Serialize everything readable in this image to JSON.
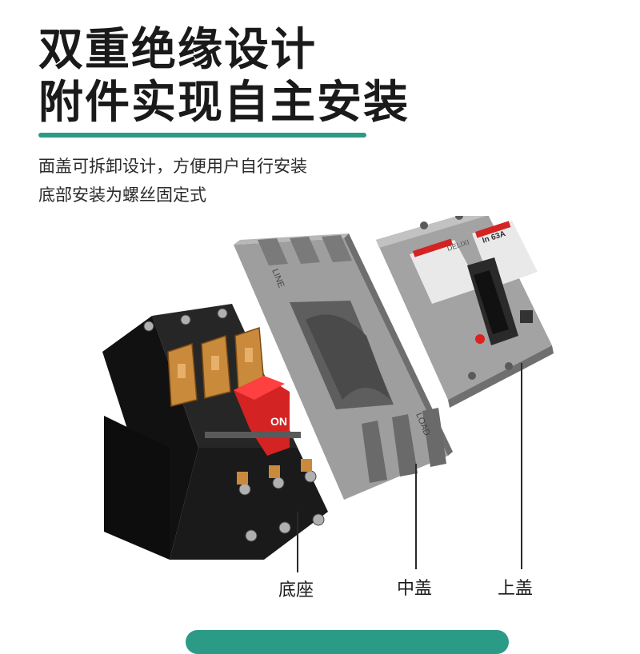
{
  "headline": {
    "line1": "双重绝缘设计",
    "line2": "附件实现自主安装"
  },
  "description": {
    "line1": "面盖可拆卸设计，方便用户自行安装",
    "line2": "底部安装为螺丝固定式"
  },
  "product_text": {
    "line_mark": "LINE",
    "load_mark": "LOAD",
    "on_mark": "ON",
    "rating": "In 63A",
    "brand": "DELIXI"
  },
  "labels": {
    "base": "底座",
    "middle_cover": "中盖",
    "top_cover": "上盖"
  },
  "colors": {
    "accent": "#2b9a86",
    "base_body": "#1c1c1c",
    "cover_gray": "#8a8a8a",
    "top_cover": "#9a9a9a",
    "copper": "#c98a3c",
    "handle_red": "#d42323"
  }
}
